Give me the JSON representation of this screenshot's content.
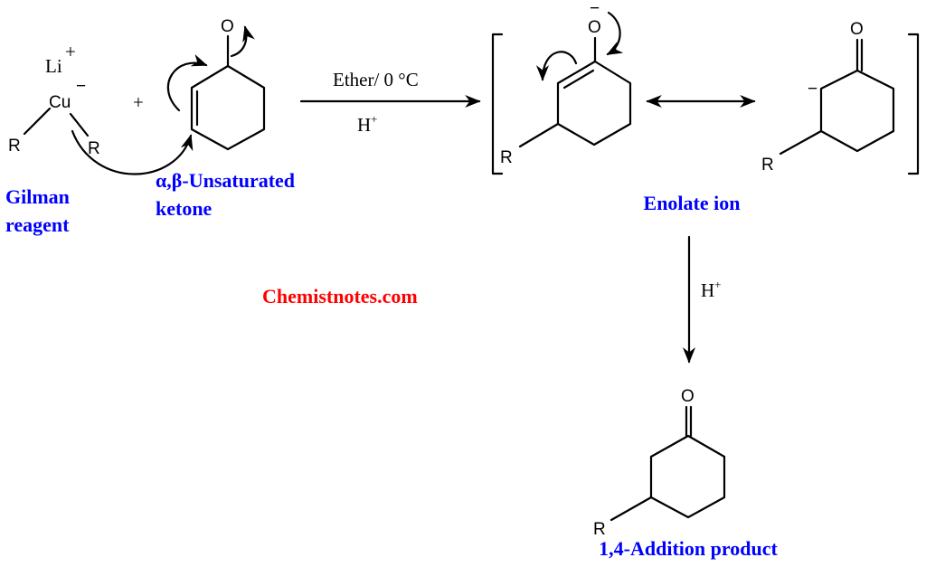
{
  "reactant1": {
    "cation": "Li",
    "cation_charge": "+",
    "metal": "Cu",
    "metal_charge": "−",
    "substituent_left": "R",
    "substituent_right": "R",
    "label_line1": "Gilman",
    "label_line2": "reagent"
  },
  "plus_sign": "+",
  "reactant2": {
    "oxygen": "O",
    "label_line1": "α,β-Unsaturated",
    "label_line2": "ketone"
  },
  "arrow1": {
    "condition_top": "Ether/ 0 °C",
    "condition_bottom_base": "H",
    "condition_bottom_sup": "+"
  },
  "intermediate": {
    "form1": {
      "oxygen": "O",
      "oxygen_charge": "−",
      "substituent": "R"
    },
    "form2": {
      "oxygen": "O",
      "carbanion_charge": "−",
      "substituent": "R"
    },
    "label": "Enolate ion"
  },
  "arrow2": {
    "condition_base": "H",
    "condition_sup": "+"
  },
  "product": {
    "oxygen": "O",
    "substituent": "R",
    "label": "1,4-Addition product"
  },
  "watermark": "Chemistnotes.com",
  "colors": {
    "label": "#0000ff",
    "watermark": "#ff0000",
    "structure": "#000000"
  }
}
